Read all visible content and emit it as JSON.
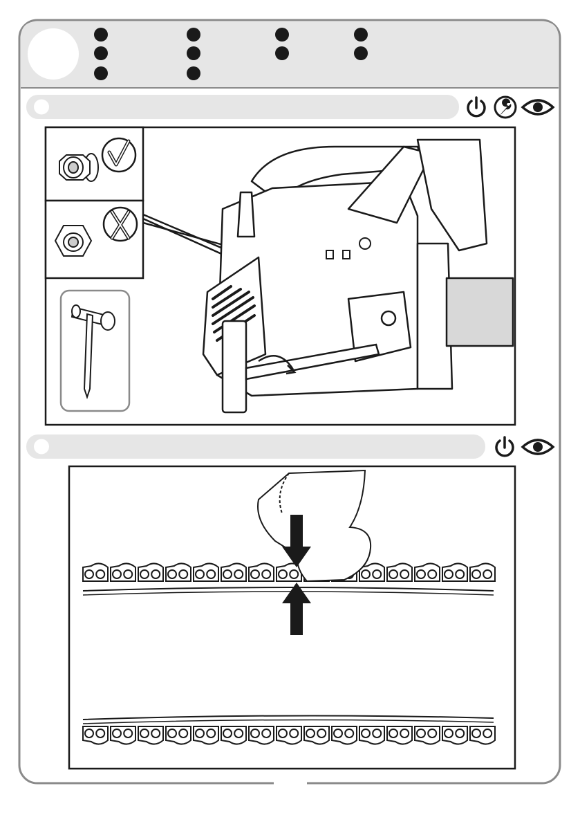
{
  "header": {
    "bullet_count": 10
  },
  "sections": [
    {
      "id": "tighten-bar-nuts",
      "icons": [
        "power-off-icon",
        "wrench-icon",
        "eye-icon"
      ]
    },
    {
      "id": "check-chain-tension",
      "icons": [
        "power-off-icon",
        "eye-icon"
      ]
    }
  ],
  "panel_top": {
    "nut_correct": {
      "mark": "check-mark-icon"
    },
    "nut_wrong": {
      "mark": "cross-mark-icon"
    },
    "tool": "combination-spanner-screwdriver"
  },
  "panel_bottom": {
    "arrows": [
      "down-arrow-icon",
      "up-arrow-icon"
    ]
  },
  "colors": {
    "frame": "#8a8a8a",
    "band": "#e6e6e6",
    "ink": "#1a1a1a",
    "bar_fill": "#d8d8d8"
  }
}
